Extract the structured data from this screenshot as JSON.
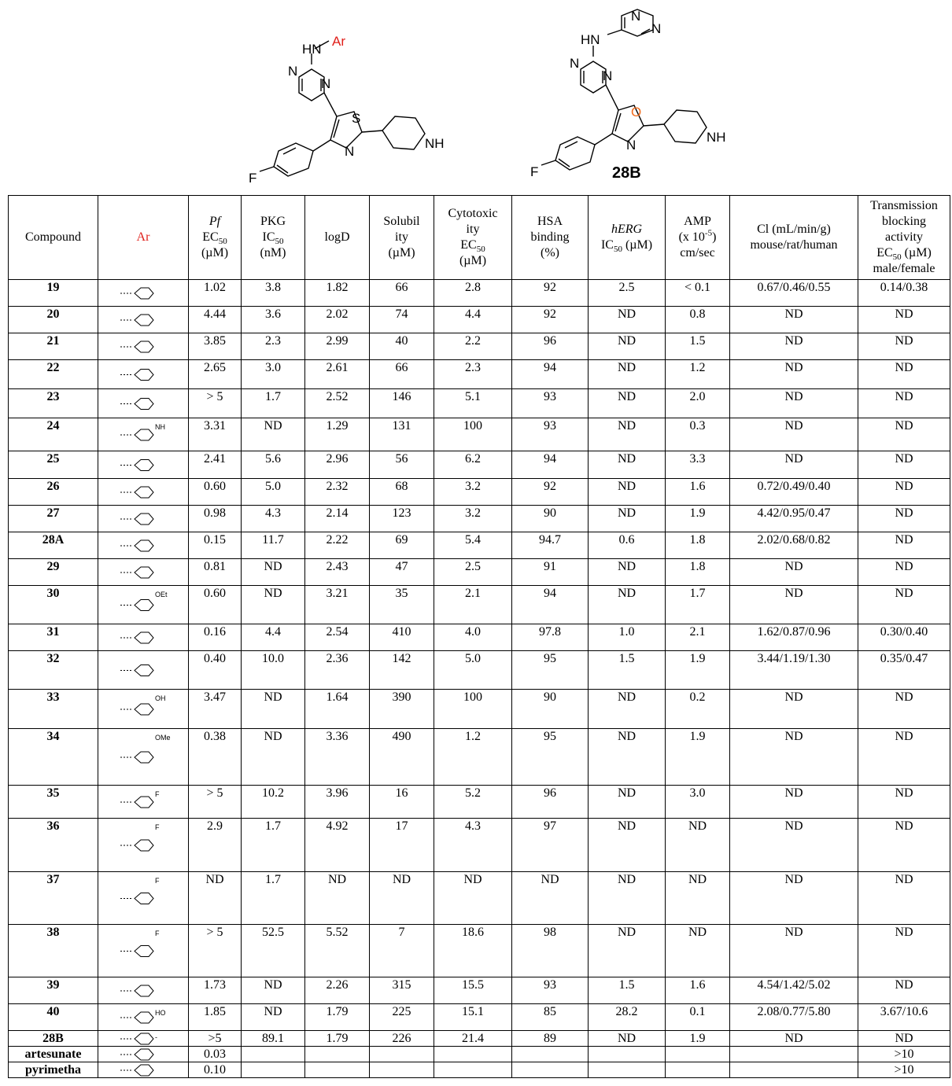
{
  "scaffold_left": {
    "substituent": "Ar",
    "atoms": {
      "nh": "HN",
      "f": "F",
      "n": "N",
      "s": "S",
      "nh_pip": "NH"
    }
  },
  "scaffold_right": {
    "label": "28B",
    "atoms": {
      "nh": "HN",
      "f": "F",
      "n": "N",
      "o": "O",
      "nh_pip": "NH"
    }
  },
  "colors": {
    "ar_red": "#e0201b",
    "oxygen_orange": "#f26c1d"
  },
  "headers": {
    "compound": "Compound",
    "ar": "Ar",
    "pf_1": "Pf",
    "pf_2": "EC50",
    "pf_3": "(µM)",
    "pkg_1": "PKG",
    "pkg_2": "IC50",
    "pkg_3": "(nM)",
    "logd": "logD",
    "sol_1": "Solubil",
    "sol_2": "ity",
    "sol_3": "(µM)",
    "cyto_1": "Cytotoxic",
    "cyto_2": "ity",
    "cyto_3": "EC50",
    "cyto_4": "(µM)",
    "hsa_1": "HSA",
    "hsa_2": "binding",
    "hsa_3": "(%)",
    "herg_1": "hERG",
    "herg_2": "IC50 (µM)",
    "amp_1": "AMP",
    "amp_2": "(x 10-5)",
    "amp_3": "cm/sec",
    "cl_1": "Cl (mL/min/g)",
    "cl_2": "mouse/rat/human",
    "tb_1": "Transmission",
    "tb_2": "blocking",
    "tb_3": "activity",
    "tb_4": "EC50 (µM)",
    "tb_5": "male/female"
  },
  "rows": [
    {
      "compound": "19",
      "ar": "",
      "pf": "1.02",
      "pkg": "3.8",
      "logd": "1.82",
      "sol": "66",
      "cyto": "2.8",
      "hsa": "92",
      "herg": "2.5",
      "amp": "< 0.1",
      "cl": "0.67/0.46/0.55",
      "tb": "0.14/0.38"
    },
    {
      "compound": "20",
      "ar": "",
      "pf": "4.44",
      "pkg": "3.6",
      "logd": "2.02",
      "sol": "74",
      "cyto": "4.4",
      "hsa": "92",
      "herg": "ND",
      "amp": "0.8",
      "cl": "ND",
      "tb": "ND"
    },
    {
      "compound": "21",
      "ar": "",
      "pf": "3.85",
      "pkg": "2.3",
      "logd": "2.99",
      "sol": "40",
      "cyto": "2.2",
      "hsa": "96",
      "herg": "ND",
      "amp": "1.5",
      "cl": "ND",
      "tb": "ND"
    },
    {
      "compound": "22",
      "ar": "",
      "pf": "2.65",
      "pkg": "3.0",
      "logd": "2.61",
      "sol": "66",
      "cyto": "2.3",
      "hsa": "94",
      "herg": "ND",
      "amp": "1.2",
      "cl": "ND",
      "tb": "ND"
    },
    {
      "compound": "23",
      "ar": "",
      "pf": "> 5",
      "pkg": "1.7",
      "logd": "2.52",
      "sol": "146",
      "cyto": "5.1",
      "hsa": "93",
      "herg": "ND",
      "amp": "2.0",
      "cl": "ND",
      "tb": "ND"
    },
    {
      "compound": "24",
      "ar": "NH",
      "pf": "3.31",
      "pkg": "ND",
      "logd": "1.29",
      "sol": "131",
      "cyto": "100",
      "hsa": "93",
      "herg": "ND",
      "amp": "0.3",
      "cl": "ND",
      "tb": "ND"
    },
    {
      "compound": "25",
      "ar": "",
      "pf": "2.41",
      "pkg": "5.6",
      "logd": "2.96",
      "sol": "56",
      "cyto": "6.2",
      "hsa": "94",
      "herg": "ND",
      "amp": "3.3",
      "cl": "ND",
      "tb": "ND"
    },
    {
      "compound": "26",
      "ar": "",
      "pf": "0.60",
      "pkg": "5.0",
      "logd": "2.32",
      "sol": "68",
      "cyto": "3.2",
      "hsa": "92",
      "herg": "ND",
      "amp": "1.6",
      "cl": "0.72/0.49/0.40",
      "tb": "ND"
    },
    {
      "compound": "27",
      "ar": "",
      "pf": "0.98",
      "pkg": "4.3",
      "logd": "2.14",
      "sol": "123",
      "cyto": "3.2",
      "hsa": "90",
      "herg": "ND",
      "amp": "1.9",
      "cl": "4.42/0.95/0.47",
      "tb": "ND"
    },
    {
      "compound": "28A",
      "ar": "",
      "pf": "0.15",
      "pkg": "11.7",
      "logd": "2.22",
      "sol": "69",
      "cyto": "5.4",
      "hsa": "94.7",
      "herg": "0.6",
      "amp": "1.8",
      "cl": "2.02/0.68/0.82",
      "tb": "ND"
    },
    {
      "compound": "29",
      "ar": "",
      "pf": "0.81",
      "pkg": "ND",
      "logd": "2.43",
      "sol": "47",
      "cyto": "2.5",
      "hsa": "91",
      "herg": "ND",
      "amp": "1.8",
      "cl": "ND",
      "tb": "ND"
    },
    {
      "compound": "30",
      "ar": "OEt",
      "pf": "0.60",
      "pkg": "ND",
      "logd": "3.21",
      "sol": "35",
      "cyto": "2.1",
      "hsa": "94",
      "herg": "ND",
      "amp": "1.7",
      "cl": "ND",
      "tb": "ND"
    },
    {
      "compound": "31",
      "ar": "",
      "pf": "0.16",
      "pkg": "4.4",
      "logd": "2.54",
      "sol": "410",
      "cyto": "4.0",
      "hsa": "97.8",
      "herg": "1.0",
      "amp": "2.1",
      "cl": "1.62/0.87/0.96",
      "tb": "0.30/0.40"
    },
    {
      "compound": "32",
      "ar": "",
      "pf": "0.40",
      "pkg": "10.0",
      "logd": "2.36",
      "sol": "142",
      "cyto": "5.0",
      "hsa": "95",
      "herg": "1.5",
      "amp": "1.9",
      "cl": "3.44/1.19/1.30",
      "tb": "0.35/0.47"
    },
    {
      "compound": "33",
      "ar": "OH",
      "pf": "3.47",
      "pkg": "ND",
      "logd": "1.64",
      "sol": "390",
      "cyto": "100",
      "hsa": "90",
      "herg": "ND",
      "amp": "0.2",
      "cl": "ND",
      "tb": "ND"
    },
    {
      "compound": "34",
      "ar": "OMe",
      "pf": "0.38",
      "pkg": "ND",
      "logd": "3.36",
      "sol": "490",
      "cyto": "1.2",
      "hsa": "95",
      "herg": "ND",
      "amp": "1.9",
      "cl": "ND",
      "tb": "ND"
    },
    {
      "compound": "35",
      "ar": "F",
      "pf": "> 5",
      "pkg": "10.2",
      "logd": "3.96",
      "sol": "16",
      "cyto": "5.2",
      "hsa": "96",
      "herg": "ND",
      "amp": "3.0",
      "cl": "ND",
      "tb": "ND"
    },
    {
      "compound": "36",
      "ar": "F",
      "pf": "2.9",
      "pkg": "1.7",
      "logd": "4.92",
      "sol": "17",
      "cyto": "4.3",
      "hsa": "97",
      "herg": "ND",
      "amp": "ND",
      "cl": "ND",
      "tb": "ND"
    },
    {
      "compound": "37",
      "ar": "F",
      "pf": "ND",
      "pkg": "1.7",
      "logd": "ND",
      "sol": "ND",
      "cyto": "ND",
      "hsa": "ND",
      "herg": "ND",
      "amp": "ND",
      "cl": "ND",
      "tb": "ND"
    },
    {
      "compound": "38",
      "ar": "F",
      "pf": "> 5",
      "pkg": "52.5",
      "logd": "5.52",
      "sol": "7",
      "cyto": "18.6",
      "hsa": "98",
      "herg": "ND",
      "amp": "ND",
      "cl": "ND",
      "tb": "ND"
    },
    {
      "compound": "39",
      "ar": "",
      "pf": "1.73",
      "pkg": "ND",
      "logd": "2.26",
      "sol": "315",
      "cyto": "15.5",
      "hsa": "93",
      "herg": "1.5",
      "amp": "1.6",
      "cl": "4.54/1.42/5.02",
      "tb": "ND"
    },
    {
      "compound": "40",
      "ar": "HO",
      "pf": "1.85",
      "pkg": "ND",
      "logd": "1.79",
      "sol": "225",
      "cyto": "15.1",
      "hsa": "85",
      "herg": "28.2",
      "amp": "0.1",
      "cl": "2.08/0.77/5.80",
      "tb": "3.67/10.6"
    },
    {
      "compound": "28B",
      "ar": "-",
      "pf": ">5",
      "pkg": "89.1",
      "logd": "1.79",
      "sol": "226",
      "cyto": "21.4",
      "hsa": "89",
      "herg": "ND",
      "amp": "1.9",
      "cl": "ND",
      "tb": "ND"
    },
    {
      "compound": "artesunate",
      "ar": "",
      "pf": "0.03",
      "pkg": "",
      "logd": "",
      "sol": "",
      "cyto": "",
      "hsa": "",
      "herg": "",
      "amp": "",
      "cl": "",
      "tb": ">10"
    },
    {
      "compound": "pyrimetha",
      "ar": "",
      "pf": "0.10",
      "pkg": "",
      "logd": "",
      "sol": "",
      "cyto": "",
      "hsa": "",
      "herg": "",
      "amp": "",
      "cl": "",
      "tb": ">10"
    }
  ]
}
